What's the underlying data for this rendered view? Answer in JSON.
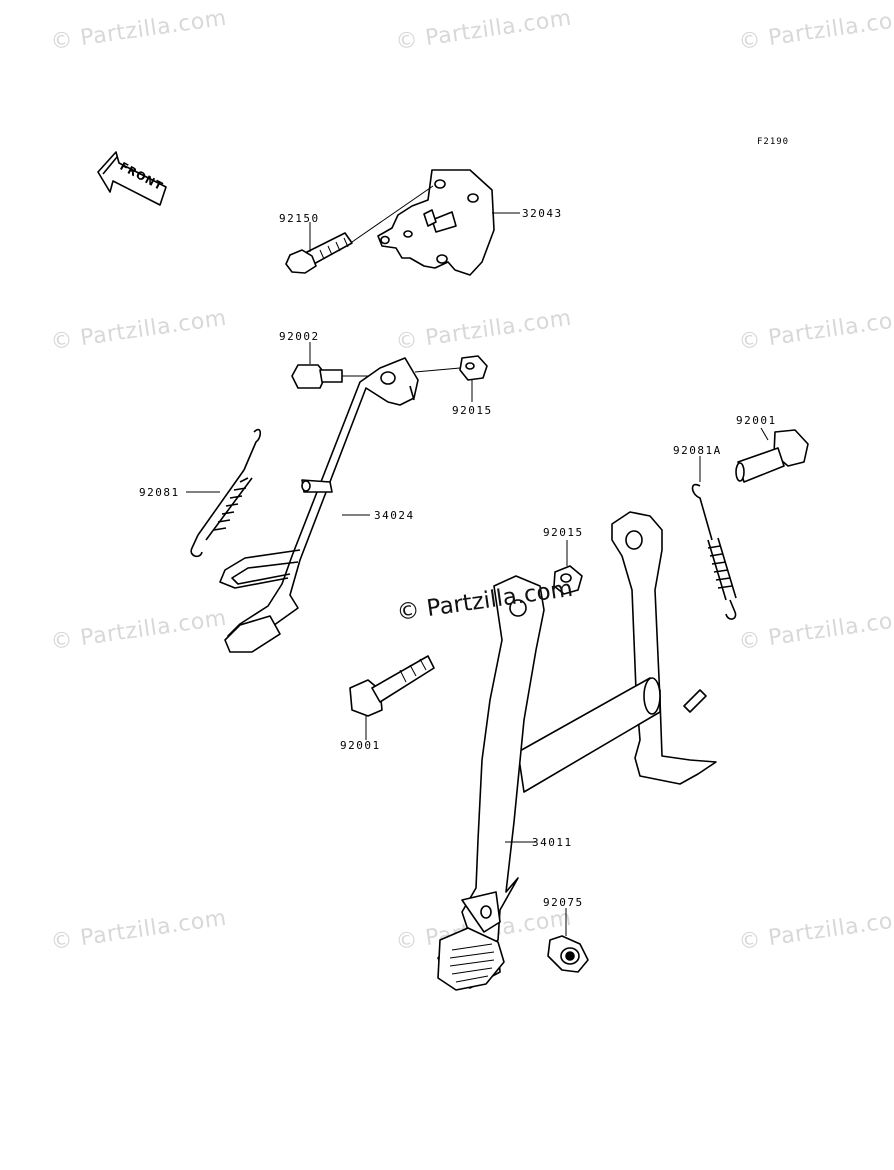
{
  "diagram_code": "F2190",
  "front_indicator": "FRONT",
  "watermark_text": "© Partzilla.com",
  "center_watermark": "© Partzilla.com",
  "parts": {
    "p32043": "32043",
    "p92150": "92150",
    "p92002": "92002",
    "p92015_a": "92015",
    "p92081": "92081",
    "p34024": "34024",
    "p92001_right": "92001",
    "p92081A": "92081A",
    "p92015_b": "92015",
    "p92001_left": "92001",
    "p34011": "34011",
    "p92075": "92075"
  }
}
